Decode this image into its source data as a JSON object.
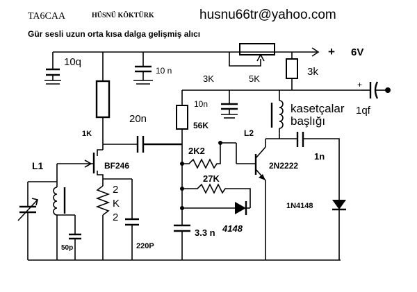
{
  "header": {
    "callsign": "TA6CAA",
    "author": "HÜSNÜ KÖKTÜRK",
    "email": "husnu66tr@yahoo.com",
    "subtitle": "Gür sesli uzun orta kısa dalga gelişmiş alıcı"
  },
  "supply": {
    "plus": "+",
    "voltage": "6V"
  },
  "components": {
    "c_10q": "10q",
    "c_10n_top": "10 n",
    "r_3k_mid": "3K",
    "pot_5k": "5K",
    "r_3k_right": "3k",
    "c_10n_mid": "10n",
    "r_56k": "56K",
    "l2": "L2",
    "cassette_head_line1": "kasetçalar",
    "cassette_head_line2": "başlığı",
    "c_1qf": "1qf",
    "c_1n": "1n",
    "r_1k": "1K",
    "c_20n": "20n",
    "r_2k2_top": "2K2",
    "fet": "BF246",
    "transistor": "2N2222",
    "l1": "L1",
    "r_2k2_vert": [
      "2",
      "K",
      "2"
    ],
    "r_27k": "27K",
    "diode_right": "1N4148",
    "diode_mid": "4148",
    "c_3n3": "3.3 n",
    "c_50p": "50p",
    "c_220p": "220P"
  }
}
